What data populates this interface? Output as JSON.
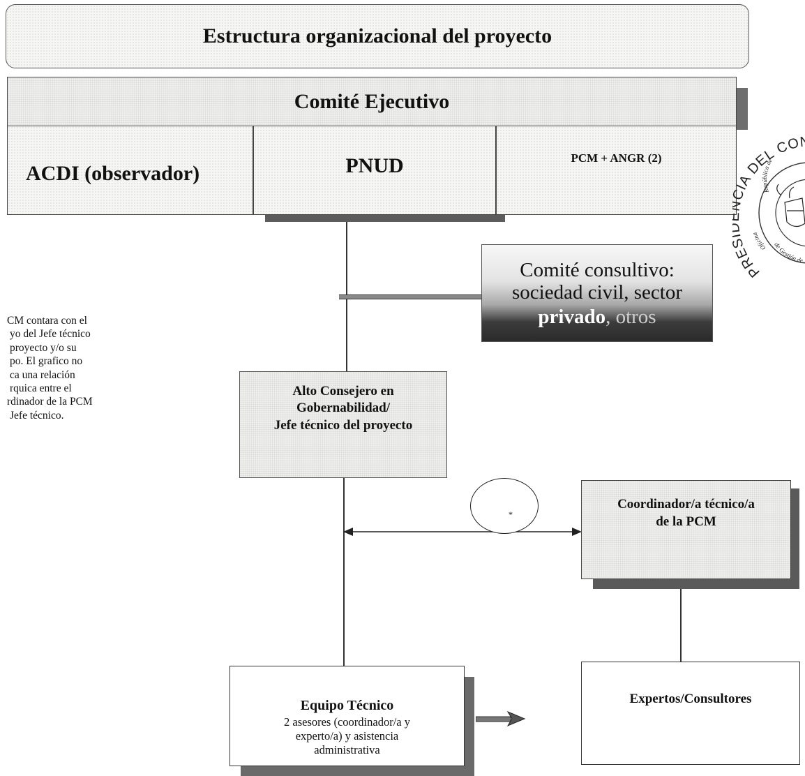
{
  "title": "Estructura organizacional del proyecto",
  "comite_ejecutivo": {
    "header": "Comité Ejecutivo",
    "members": [
      "ACDI (observador)",
      "PNUD",
      "PCM + ANGR (2)"
    ]
  },
  "comite_consultivo": {
    "line1": "Comité consultivo:",
    "line2": "sociedad civil, sector",
    "line3_highlight": "privado",
    "line3_rest": ", otros"
  },
  "side_note": {
    "lines": [
      "CM contara con el",
      "yo del Jefe técnico",
      "proyecto y/o su",
      "po. El grafico no",
      "ca una relación",
      "rquica entre el",
      "rdinador de la PCM",
      "Jefe técnico."
    ]
  },
  "alto_consejero": {
    "lines": [
      "Alto Consejero en",
      "Gobernabilidad/",
      "Jefe técnico del proyecto"
    ]
  },
  "ellipse_mark": "*",
  "coordinador": {
    "lines": [
      "Coordinador/a técnico/a",
      "de la PCM"
    ]
  },
  "equipo_tecnico": {
    "title": "Equipo Técnico",
    "lines": [
      "2 asesores (coordinador/a y",
      "experto/a) y asistencia",
      "administrativa"
    ]
  },
  "expertos": {
    "label": "Expertos/Consultores"
  },
  "seal": {
    "outer_text": "PRESIDENCIA DEL CONS",
    "inner_text_top": "República de",
    "inner_text_left": "Oficina",
    "inner_text_bottom": "de Gestión de"
  }
}
